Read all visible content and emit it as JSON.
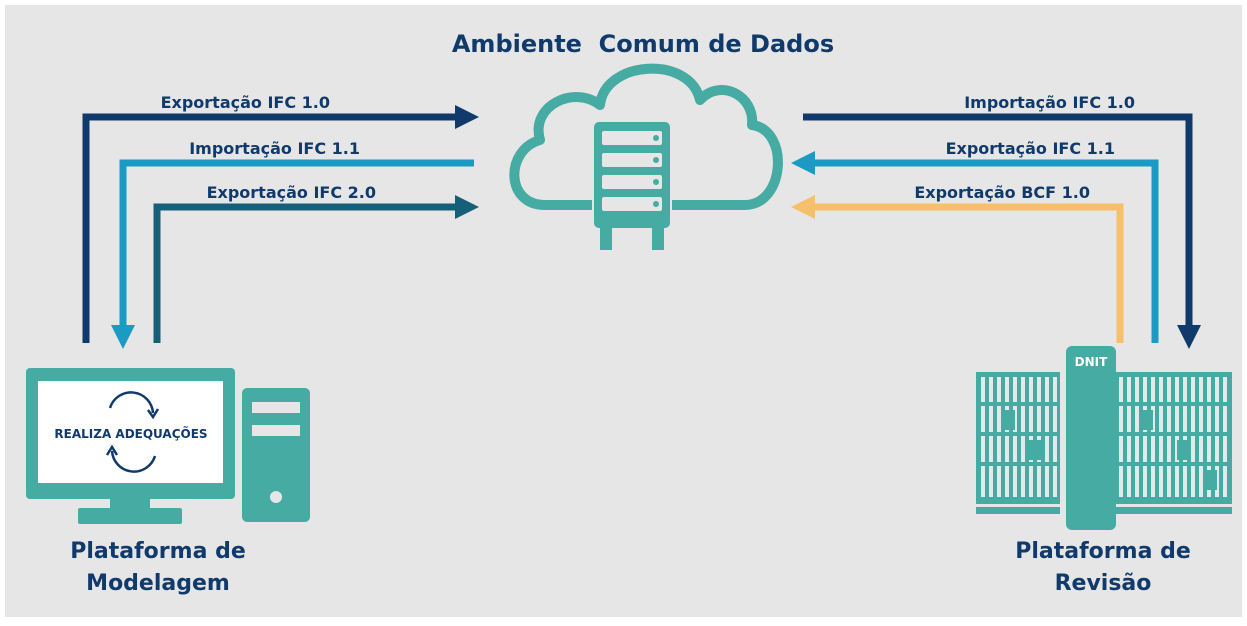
{
  "title": "Ambiente  Comum de Dados",
  "left_platform": {
    "line1": "Plataforma de",
    "line2": "Modelagem",
    "screen_text": "REALIZA ADEQUAÇÕES"
  },
  "right_platform": {
    "line1": "Plataforma de",
    "line2": "Revisão",
    "building_label": "DNIT"
  },
  "flows_left": [
    {
      "label": "Exportação IFC 1.0",
      "direction": "to-cloud"
    },
    {
      "label": "Importação IFC 1.1",
      "direction": "to-platform"
    },
    {
      "label": "Exportação IFC 2.0",
      "direction": "to-cloud"
    }
  ],
  "flows_right": [
    {
      "label": "Importação IFC 1.0",
      "direction": "to-platform"
    },
    {
      "label": "Exportação IFC 1.1",
      "direction": "to-cloud"
    },
    {
      "label": "Exportação BCF 1.0",
      "direction": "to-cloud"
    }
  ],
  "colors": {
    "background": "#e6e6e6",
    "navy": "#0f3a6b",
    "light_blue": "#1b9ac4",
    "teal_dark": "#155f78",
    "yellow": "#f6c06a",
    "teal": "#45aba3",
    "text": "#0f3a6b"
  }
}
